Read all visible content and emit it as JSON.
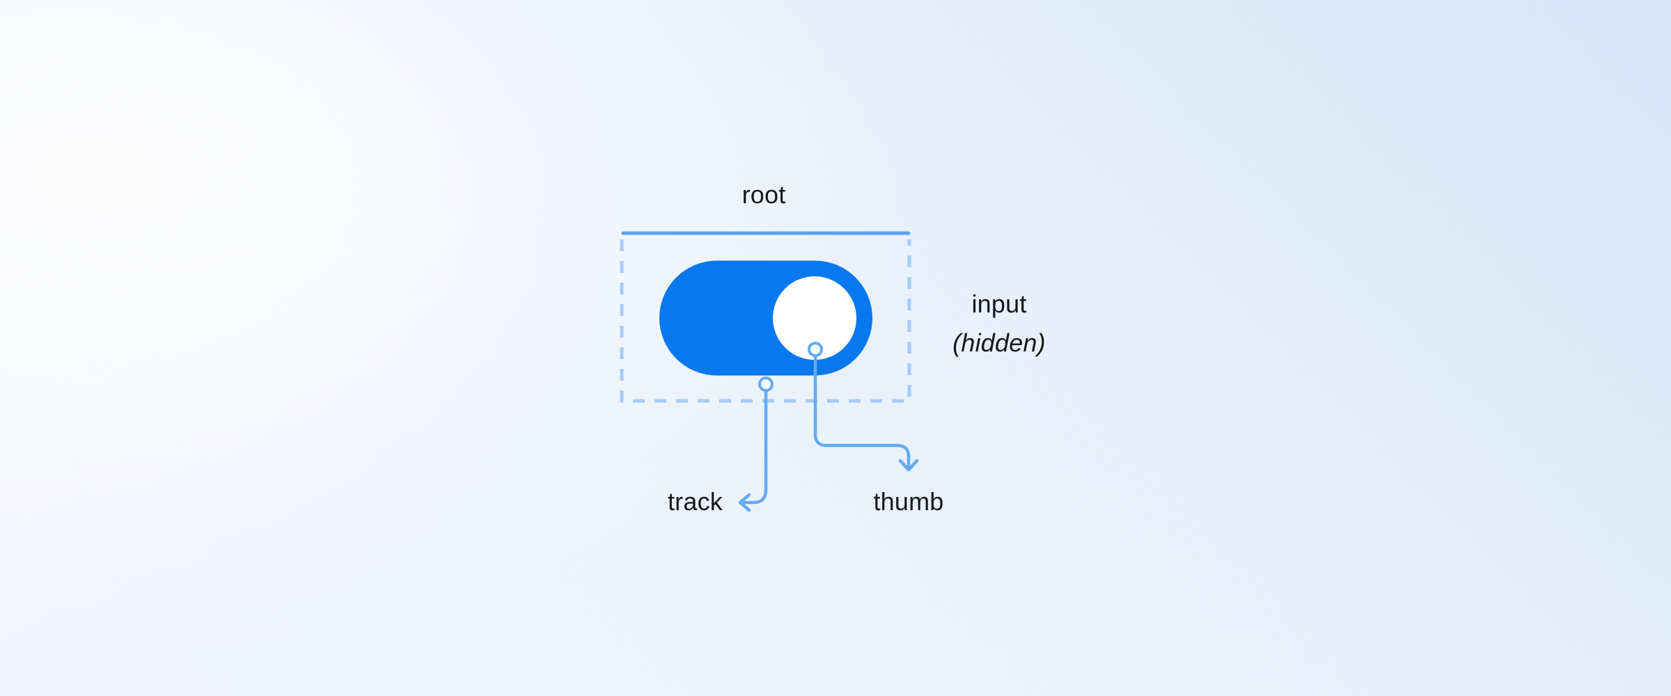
{
  "meta": {
    "description": "Anatomy diagram of a switch (toggle) component, shown in the checked/on state",
    "component": "switch",
    "switch_state": "on"
  },
  "diagram": {
    "labels": {
      "root": "root",
      "input_line1": "input",
      "input_line2": "(hidden)",
      "track": "track",
      "thumb": "thumb"
    },
    "colors": {
      "track_fill": "#0878ee",
      "thumb_fill": "#ffffff",
      "root_line": "#58a3f2",
      "dashed_border": "#a6cbf5",
      "annotation_line": "#64aaf4",
      "label_text": "#15181c",
      "background_top_right": "#d6e6fb",
      "background_base": "#f4f8fd"
    }
  }
}
